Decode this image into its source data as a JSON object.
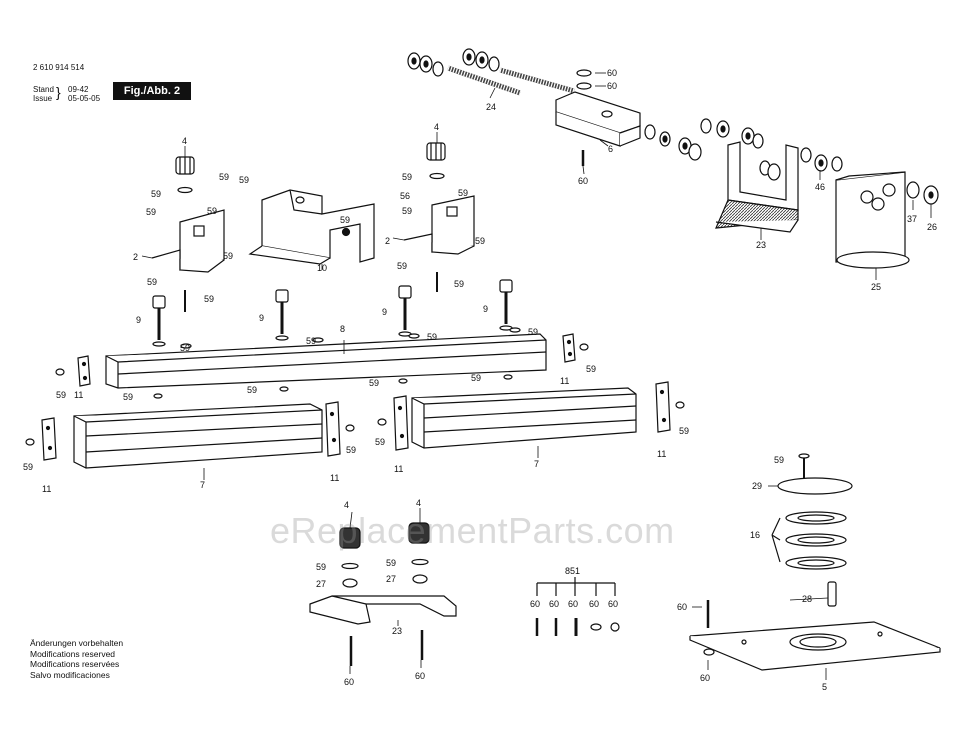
{
  "header": {
    "part_number": "2 610 914 514",
    "stand_label": "Stand",
    "issue_label": "Issue",
    "stand_value": "09-42",
    "issue_value": "05-05-05",
    "figure_label": "Fig./Abb. 2"
  },
  "notes": [
    "Änderungen vorbehalten",
    "Modifications reserved",
    "Modifications reservées",
    "Salvo modificaciones"
  ],
  "watermark": "eReplacementParts.com",
  "callouts": {
    "c1": "60",
    "c2": "60",
    "c3": "24",
    "c4": "6",
    "c5": "60",
    "c6": "46",
    "c7": "23",
    "c8": "37",
    "c9": "26",
    "c10": "25",
    "c11": "4",
    "c12": "59",
    "c13": "59",
    "c14": "59",
    "c15": "59",
    "c16": "59",
    "c17": "2",
    "c18": "59",
    "c19": "59",
    "c20": "59",
    "c21": "10",
    "c22": "59",
    "c23": "4",
    "c24": "59",
    "c25": "56",
    "c26": "59",
    "c27": "59",
    "c28": "2",
    "c29": "59",
    "c30": "59",
    "c31": "59",
    "c32": "9",
    "c33": "9",
    "c34": "9",
    "c35": "9",
    "c36": "59",
    "c37": "59",
    "c38": "59",
    "c39": "59",
    "c40": "8",
    "c41": "11",
    "c42": "59",
    "c43": "59",
    "c44": "11",
    "c45": "59",
    "c46": "59",
    "c47": "59",
    "c48": "59",
    "c49": "59",
    "c50": "11",
    "c51": "59",
    "c52": "11",
    "c53": "7",
    "c54": "59",
    "c55": "11",
    "c56": "7",
    "c57": "59",
    "c58": "11",
    "c59": "59",
    "c60": "29",
    "c61": "16",
    "c62": "4",
    "c63": "4",
    "c64": "59",
    "c65": "59",
    "c66": "27",
    "c67": "27",
    "c68": "23",
    "c69": "60",
    "c70": "60",
    "c71": "851",
    "c72": "60",
    "c73": "60",
    "c74": "60",
    "c75": "60",
    "c76": "60",
    "c77": "28",
    "c78": "60",
    "c79": "60",
    "c80": "5"
  }
}
